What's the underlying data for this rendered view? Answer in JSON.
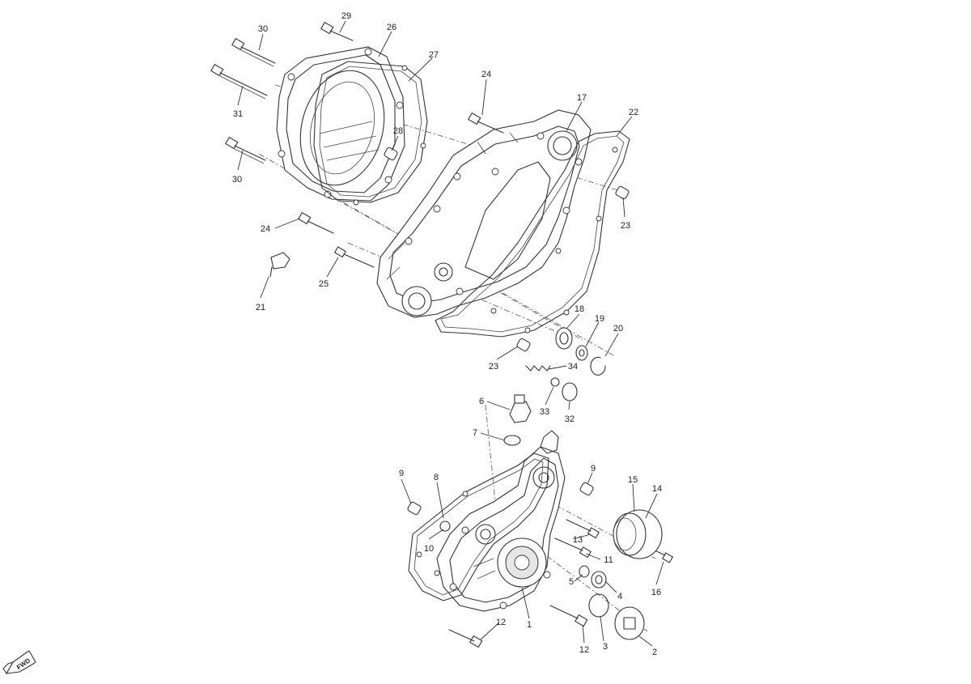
{
  "callouts": [
    {
      "id": "1",
      "text": "1"
    },
    {
      "id": "2",
      "text": "2"
    },
    {
      "id": "3",
      "text": "3"
    },
    {
      "id": "4",
      "text": "4"
    },
    {
      "id": "5",
      "text": "5"
    },
    {
      "id": "6",
      "text": "6"
    },
    {
      "id": "7",
      "text": "7"
    },
    {
      "id": "8",
      "text": "8"
    },
    {
      "id": "9a",
      "text": "9"
    },
    {
      "id": "9b",
      "text": "9"
    },
    {
      "id": "10",
      "text": "10"
    },
    {
      "id": "11",
      "text": "11"
    },
    {
      "id": "12a",
      "text": "12"
    },
    {
      "id": "12b",
      "text": "12"
    },
    {
      "id": "13",
      "text": "13"
    },
    {
      "id": "14",
      "text": "14"
    },
    {
      "id": "15",
      "text": "15"
    },
    {
      "id": "16",
      "text": "16"
    },
    {
      "id": "17",
      "text": "17"
    },
    {
      "id": "18",
      "text": "18"
    },
    {
      "id": "19",
      "text": "19"
    },
    {
      "id": "20",
      "text": "20"
    },
    {
      "id": "21",
      "text": "21"
    },
    {
      "id": "22",
      "text": "22"
    },
    {
      "id": "23a",
      "text": "23"
    },
    {
      "id": "23b",
      "text": "23"
    },
    {
      "id": "24a",
      "text": "24"
    },
    {
      "id": "24b",
      "text": "24"
    },
    {
      "id": "25",
      "text": "25"
    },
    {
      "id": "26",
      "text": "26"
    },
    {
      "id": "27",
      "text": "27"
    },
    {
      "id": "28",
      "text": "28"
    },
    {
      "id": "29",
      "text": "29"
    },
    {
      "id": "30a",
      "text": "30"
    },
    {
      "id": "30b",
      "text": "30"
    },
    {
      "id": "31",
      "text": "31"
    },
    {
      "id": "32",
      "text": "32"
    },
    {
      "id": "33",
      "text": "33"
    },
    {
      "id": "34",
      "text": "34"
    }
  ],
  "fwd_label": "FWD"
}
